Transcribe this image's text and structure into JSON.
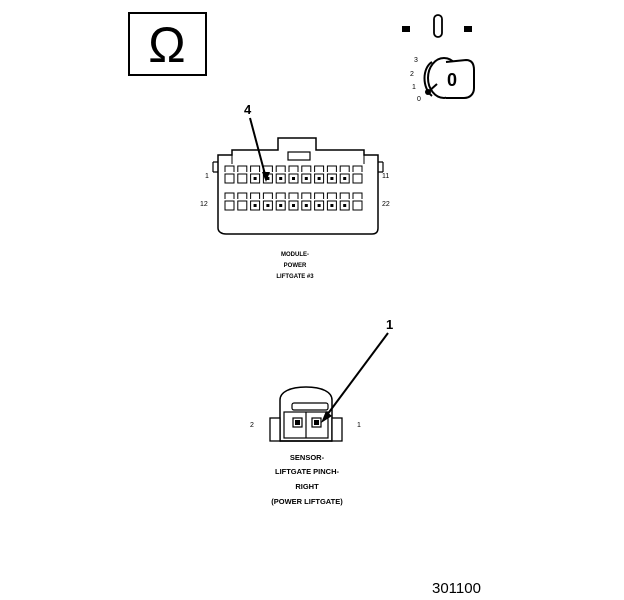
{
  "ohmmeter_symbol": "Ω",
  "key_switch": {
    "positions": [
      "3",
      "2",
      "1",
      "0"
    ],
    "key_label": "0"
  },
  "module_connector": {
    "callout": "4",
    "pin_top_left": "1",
    "pin_top_right": "11",
    "pin_bottom_left": "12",
    "pin_bottom_right": "22",
    "caption_lines": [
      "MODULE-",
      "POWER",
      "LIFTGATE #3"
    ]
  },
  "sensor_connector": {
    "callout": "1",
    "pin_left": "2",
    "pin_right": "1",
    "caption_lines": [
      "SENSOR-",
      "LIFTGATE PINCH-",
      "RIGHT",
      "(POWER LIFTGATE)"
    ]
  },
  "figure_number": "301100"
}
